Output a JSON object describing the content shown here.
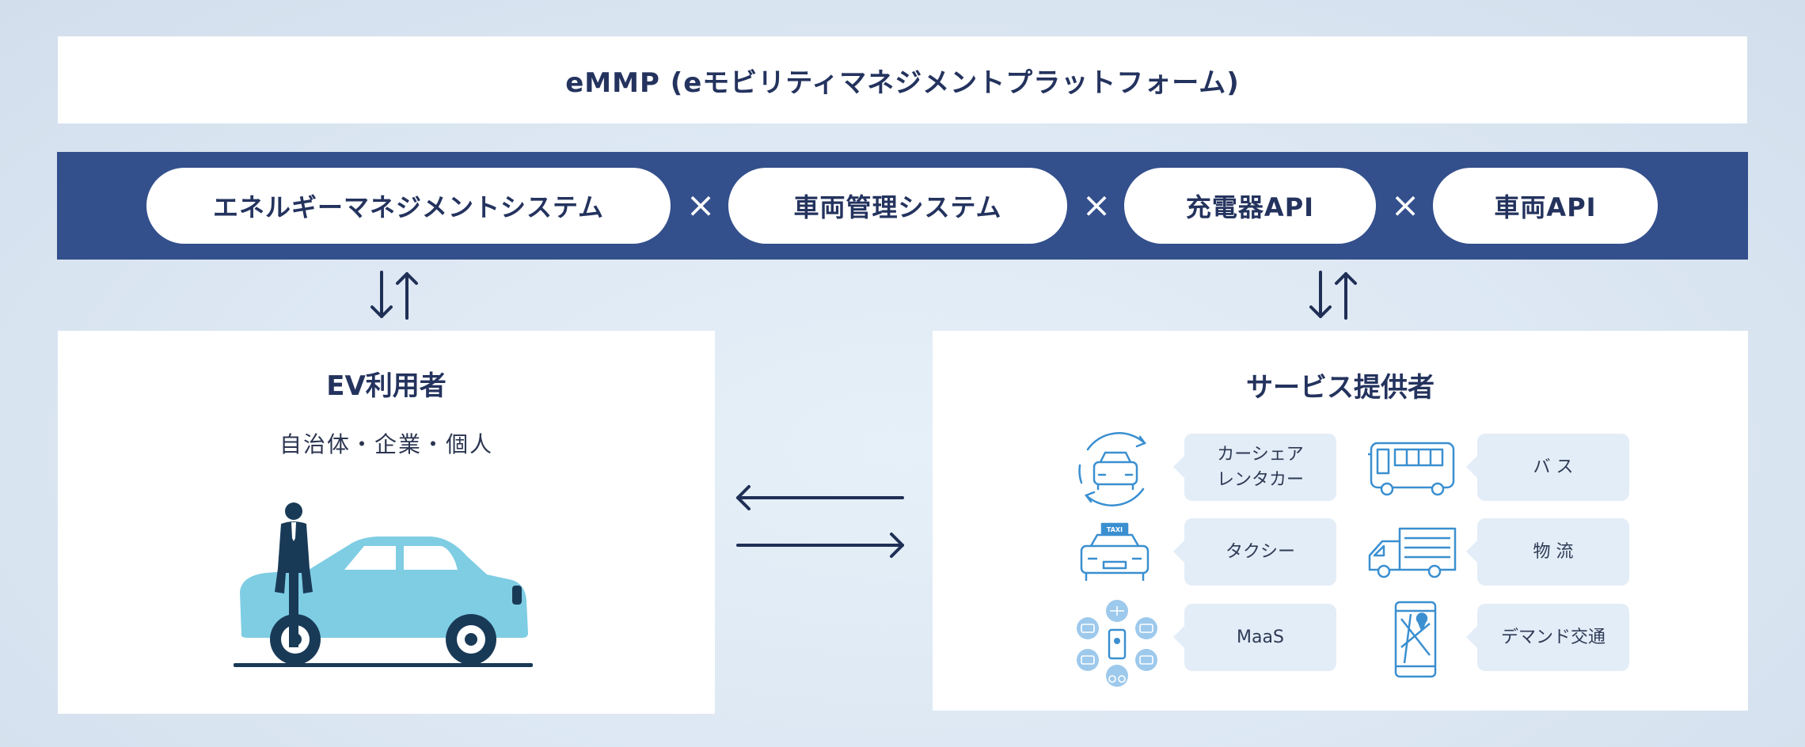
{
  "platform": {
    "title": "eMMP (eモビリティマネジメントプラットフォーム)"
  },
  "systems": [
    {
      "label": "エネルギーマネジメントシステム"
    },
    {
      "label": "車両管理システム"
    },
    {
      "label": "充電器API"
    },
    {
      "label": "車両API"
    }
  ],
  "connector_symbol": "×",
  "ev_users": {
    "title": "EV利用者",
    "subtitle": "自治体・企業・個人"
  },
  "service_providers": {
    "title": "サービス提供者",
    "services": [
      {
        "label": "カーシェア\nレンタカー",
        "icon": "car-sharing-icon"
      },
      {
        "label": "バ ス",
        "icon": "bus-icon"
      },
      {
        "label": "タクシー",
        "icon": "taxi-icon"
      },
      {
        "label": "物 流",
        "icon": "truck-icon"
      },
      {
        "label": "MaaS",
        "icon": "maas-icon"
      },
      {
        "label": "デマンド交通",
        "icon": "smartphone-map-icon"
      }
    ]
  },
  "colors": {
    "navy": "#334f8c",
    "text": "#24335e",
    "icon_blue": "#3a8fd0",
    "car_body": "#7ecde3",
    "person": "#193a57"
  }
}
